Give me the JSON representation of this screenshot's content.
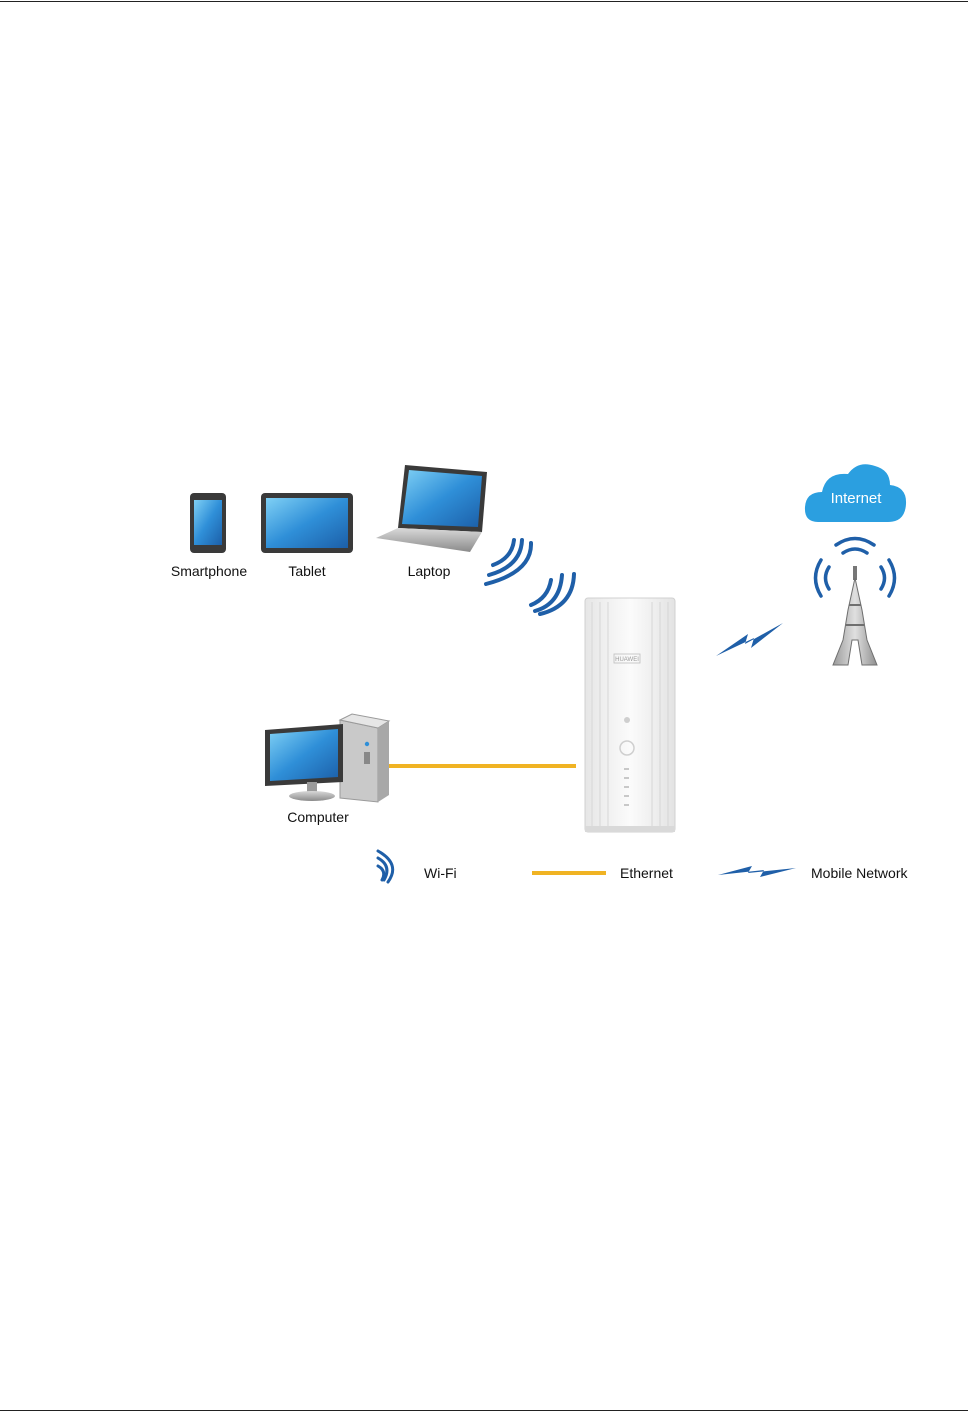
{
  "devices": {
    "smartphone": "Smartphone",
    "tablet": "Tablet",
    "laptop": "Laptop",
    "computer": "Computer"
  },
  "cloud_label": "Internet",
  "router_brand": "HUAWEI",
  "legend": {
    "wifi": "Wi-Fi",
    "ethernet": "Ethernet",
    "mobile": "Mobile Network"
  },
  "colors": {
    "wifi": "#1f5fa8",
    "ethernet": "#f0b323",
    "mobile": "#1f5fa8",
    "cloud": "#2b9fe0",
    "screen": "#2f8fd8"
  }
}
